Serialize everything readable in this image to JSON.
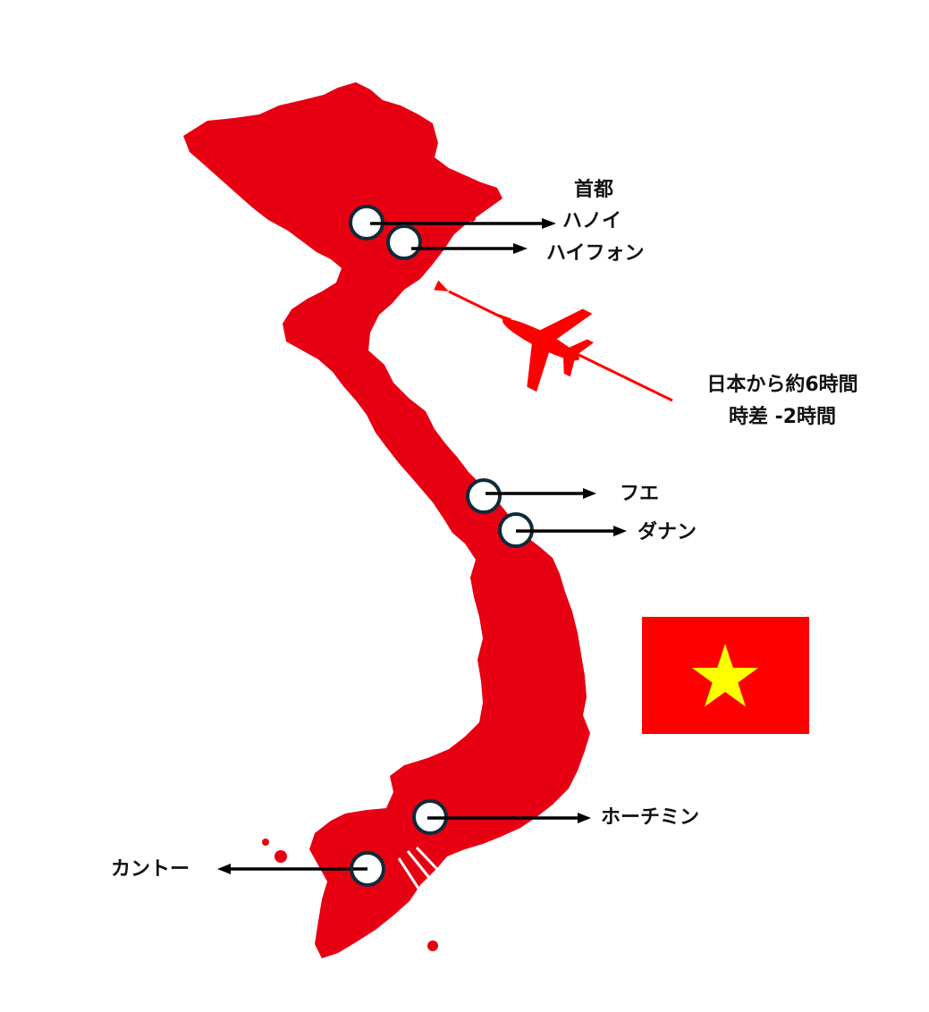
{
  "map": {
    "country_color": "#e60012",
    "marker_stroke": "#0f2a3a",
    "arrow_color": "#000000"
  },
  "cities": [
    {
      "name": "ハノイ",
      "prefix": "首都",
      "type": "capital"
    },
    {
      "name": "ハイフォン"
    },
    {
      "name": "フエ"
    },
    {
      "name": "ダナン"
    },
    {
      "name": "ホーチミン"
    },
    {
      "name": "カントー"
    }
  ],
  "flight": {
    "line1": "日本から約6時間",
    "line2": "時差 -2時間",
    "icon": "airplane-icon",
    "color": "#ff0000"
  },
  "flag": {
    "background": "#ff0000",
    "star_color": "#ffff00",
    "icon": "star-icon"
  }
}
